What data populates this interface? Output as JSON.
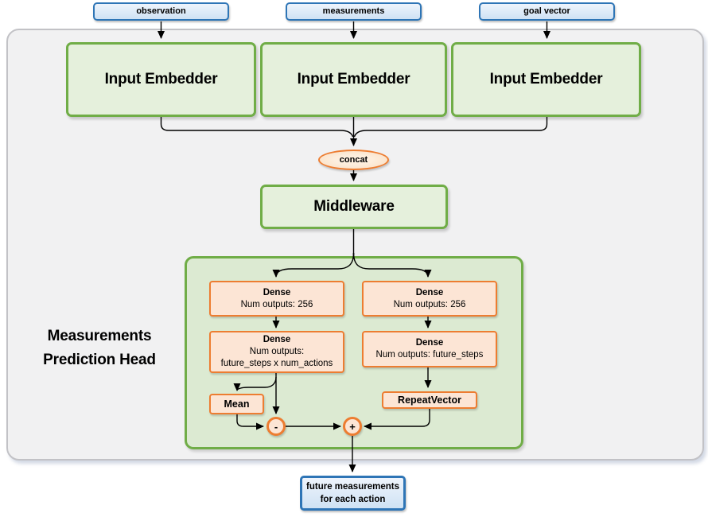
{
  "nodes": {
    "inputs": [
      {
        "label": "observation"
      },
      {
        "label": "measurements"
      },
      {
        "label": "goal vector"
      }
    ],
    "embedders": [
      {
        "label": "Input Embedder"
      },
      {
        "label": "Input Embedder"
      },
      {
        "label": "Input Embedder"
      }
    ],
    "concat": {
      "label": "concat"
    },
    "middleware": {
      "label": "Middleware"
    },
    "head": {
      "label_line1": "Measurements",
      "label_line2": "Prediction Head"
    },
    "dense_left_1": {
      "title": "Dense",
      "subtitle": "Num outputs: 256"
    },
    "dense_right_1": {
      "title": "Dense",
      "subtitle": "Num outputs: 256"
    },
    "dense_left_2": {
      "title": "Dense",
      "subtitle_line1": "Num outputs:",
      "subtitle_line2": "future_steps x num_actions"
    },
    "dense_right_2": {
      "title": "Dense",
      "subtitle": "Num outputs: future_steps"
    },
    "mean": {
      "label": "Mean"
    },
    "repeat_vector": {
      "label": "RepeatVector"
    },
    "minus": {
      "symbol": "-"
    },
    "plus": {
      "symbol": "+"
    },
    "output": {
      "label_line1": "future measurements",
      "label_line2": "for each action"
    }
  },
  "colors": {
    "blue_border": "#2e75b6",
    "blue_fill": "#d9e8f7",
    "green_border": "#70ad47",
    "green_fill": "#e5f0dc",
    "head_container_fill": "#dcead2",
    "orange_border": "#ed7d31",
    "orange_fill": "#fce5d5",
    "outer_fill": "#f1f1f2",
    "outer_border": "#c2c2c6",
    "arrow": "#000000"
  }
}
